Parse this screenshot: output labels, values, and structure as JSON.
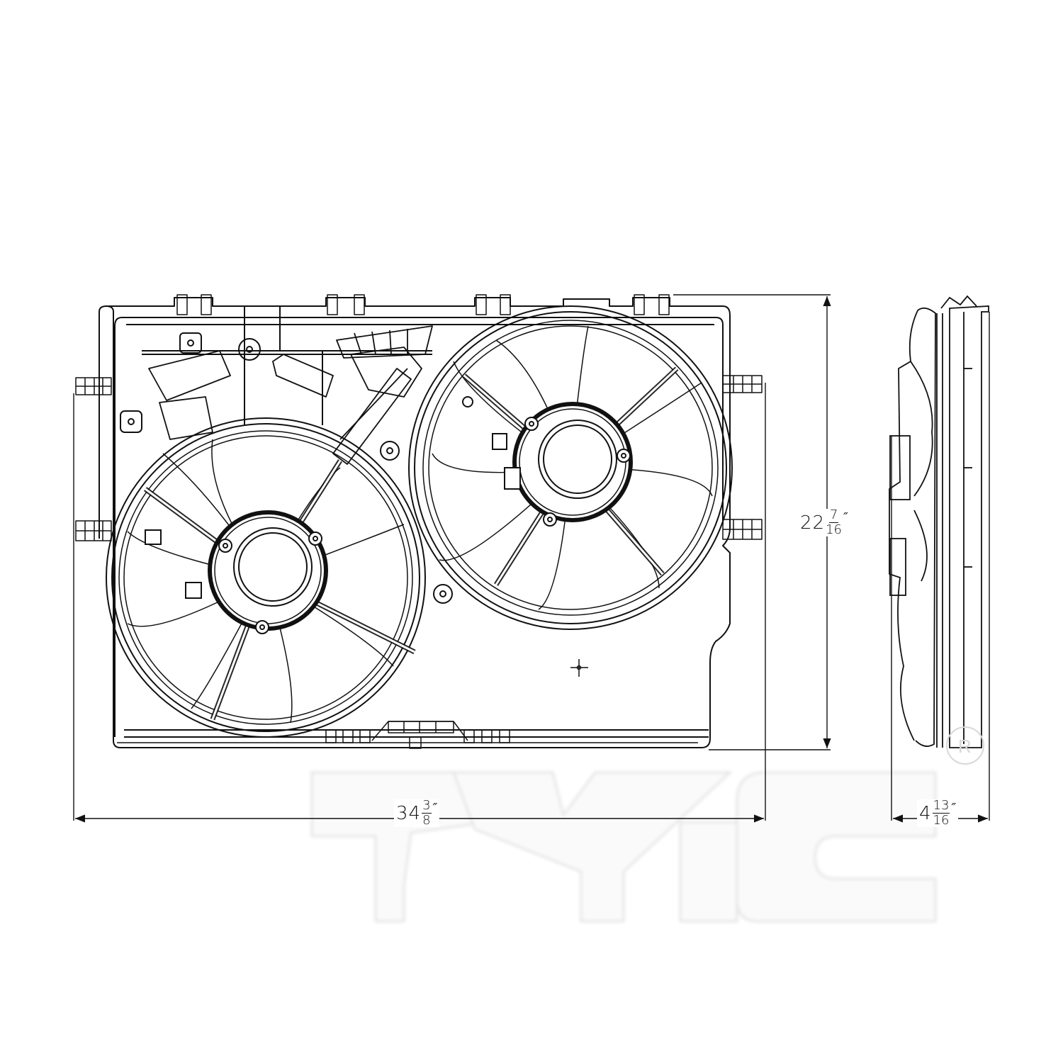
{
  "diagram": {
    "subject": "Dual radiator cooling fan assembly",
    "views": [
      "front-view",
      "side-view"
    ],
    "front_view": {
      "fans": [
        {
          "name": "left-fan",
          "blades": 9
        },
        {
          "name": "right-fan",
          "blades": 9
        }
      ]
    }
  },
  "dimensions": {
    "width": {
      "whole": "34",
      "num": "3",
      "den": "8",
      "unit": "″",
      "label": "34 3/8\""
    },
    "height": {
      "whole": "22",
      "num": "7",
      "den": "16",
      "unit": "″",
      "label": "22 7/16\""
    },
    "depth": {
      "whole": "4",
      "num": "13",
      "den": "16",
      "unit": "″",
      "label": "4 13/16\""
    }
  },
  "watermark": {
    "text": "TYC",
    "registered_mark": "®"
  },
  "colors": {
    "line": "#111111",
    "background": "#ffffff",
    "watermark_fill": "#fbfbfb",
    "watermark_edge": "#e6e6e6"
  }
}
